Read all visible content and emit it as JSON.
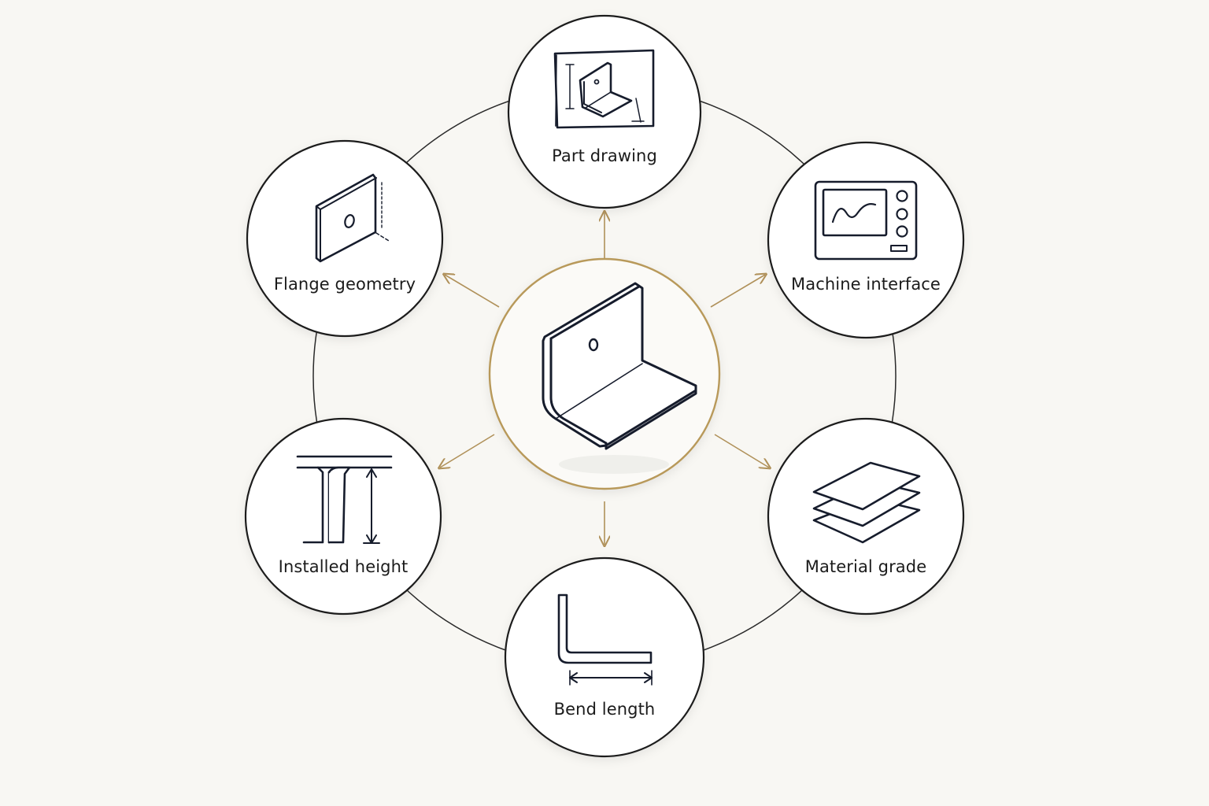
{
  "colors": {
    "background": "#f8f7f3",
    "ring_line": "#2a2a2a",
    "node_border": "#1e1e1e",
    "center_border": "#b8995a",
    "arrow": "#b0915a",
    "icon_stroke": "#161c2c",
    "node_fill": "#ffffff"
  },
  "center": {
    "icon": "l-bracket-icon"
  },
  "nodes": [
    {
      "id": "part-drawing",
      "label": "Part drawing",
      "icon": "part-drawing-icon"
    },
    {
      "id": "machine-interface",
      "label": "Machine interface",
      "icon": "machine-interface-icon"
    },
    {
      "id": "material-grade",
      "label": "Material grade",
      "icon": "material-grade-icon"
    },
    {
      "id": "bend-length",
      "label": "Bend length",
      "icon": "bend-length-icon"
    },
    {
      "id": "installed-height",
      "label": "Installed height",
      "icon": "installed-height-icon"
    },
    {
      "id": "flange-geometry",
      "label": "Flange geometry",
      "icon": "flange-geometry-icon"
    }
  ]
}
